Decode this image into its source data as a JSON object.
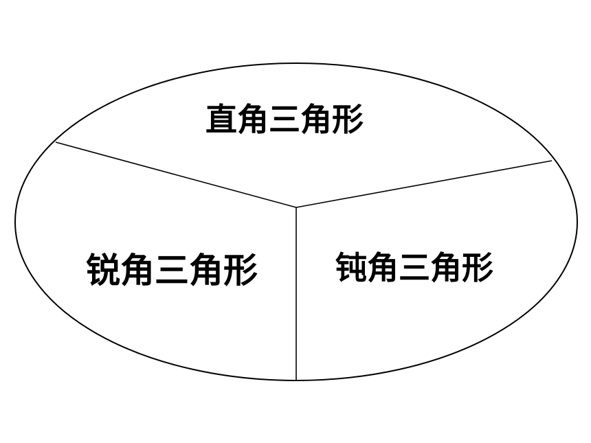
{
  "diagram": {
    "regions": {
      "top": {
        "label": "直角三角形"
      },
      "left": {
        "label": "锐角三角形"
      },
      "right": {
        "label": "钝角三角形"
      }
    },
    "colors": {
      "stroke": "#000000",
      "fill": "#ffffff",
      "text": "#000000"
    }
  }
}
